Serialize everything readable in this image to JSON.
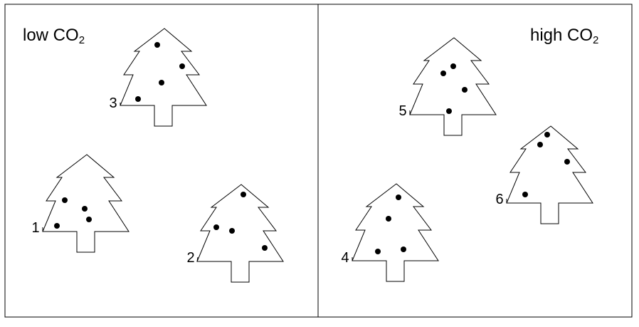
{
  "panels": {
    "left": {
      "label_main": "low CO",
      "label_sub": "2"
    },
    "right": {
      "label_main": "high CO",
      "label_sub": "2"
    }
  },
  "trees": [
    {
      "id": "1",
      "label": "1",
      "ornaments": 4
    },
    {
      "id": "2",
      "label": "2",
      "ornaments": 4
    },
    {
      "id": "3",
      "label": "3",
      "ornaments": 4
    },
    {
      "id": "4",
      "label": "4",
      "ornaments": 4
    },
    {
      "id": "5",
      "label": "5",
      "ornaments": 4
    },
    {
      "id": "6",
      "label": "6",
      "ornaments": 4
    }
  ],
  "colors": {
    "line": "#000000",
    "background": "#ffffff"
  }
}
